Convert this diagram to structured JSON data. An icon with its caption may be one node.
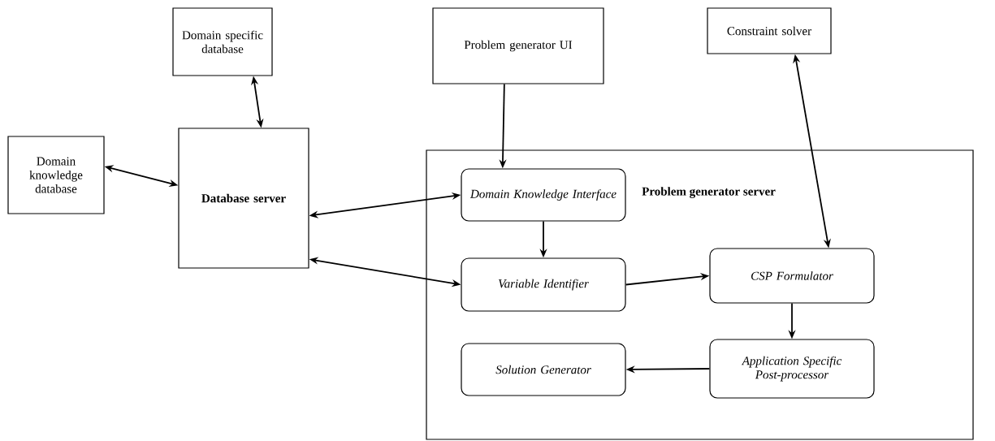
{
  "diagram": {
    "nodes": [
      {
        "text": [
          "Domain specific database"
        ]
      },
      {
        "text": [
          "Problem generator UI"
        ]
      },
      {
        "text": [
          "Constraint solver"
        ]
      },
      {
        "text": [
          "Domain knowledge database"
        ]
      },
      {
        "text": [
          "Database server"
        ]
      },
      {
        "text": [
          "Problem generator server"
        ]
      },
      {
        "text": [
          "Domain Knowledge Interface"
        ],
        "in": 5
      },
      {
        "text": [
          "Variable Identifier"
        ],
        "in": 5
      },
      {
        "text": [
          "CSP Formulator"
        ],
        "in": 5
      },
      {
        "text": [
          "Application Specific Post-processor"
        ],
        "in": 5
      },
      {
        "text": [
          "Solution Generator"
        ],
        "in": 5
      }
    ],
    "edges": [
      {
        "from": 0,
        "to": 4,
        "arrow": "both"
      },
      {
        "from": 3,
        "to": 4,
        "arrow": "both"
      },
      {
        "from": 1,
        "to": 6,
        "arrow": "to"
      },
      {
        "from": 2,
        "to": 8,
        "arrow": "both"
      },
      {
        "from": 4,
        "to": 6,
        "arrow": "both"
      },
      {
        "from": 4,
        "to": 7,
        "arrow": "both"
      },
      {
        "from": 6,
        "to": 7,
        "arrow": "to"
      },
      {
        "from": 7,
        "to": 8,
        "arrow": "to"
      },
      {
        "from": 8,
        "to": 9,
        "arrow": "to"
      },
      {
        "from": 9,
        "to": 10,
        "arrow": "to"
      }
    ]
  }
}
